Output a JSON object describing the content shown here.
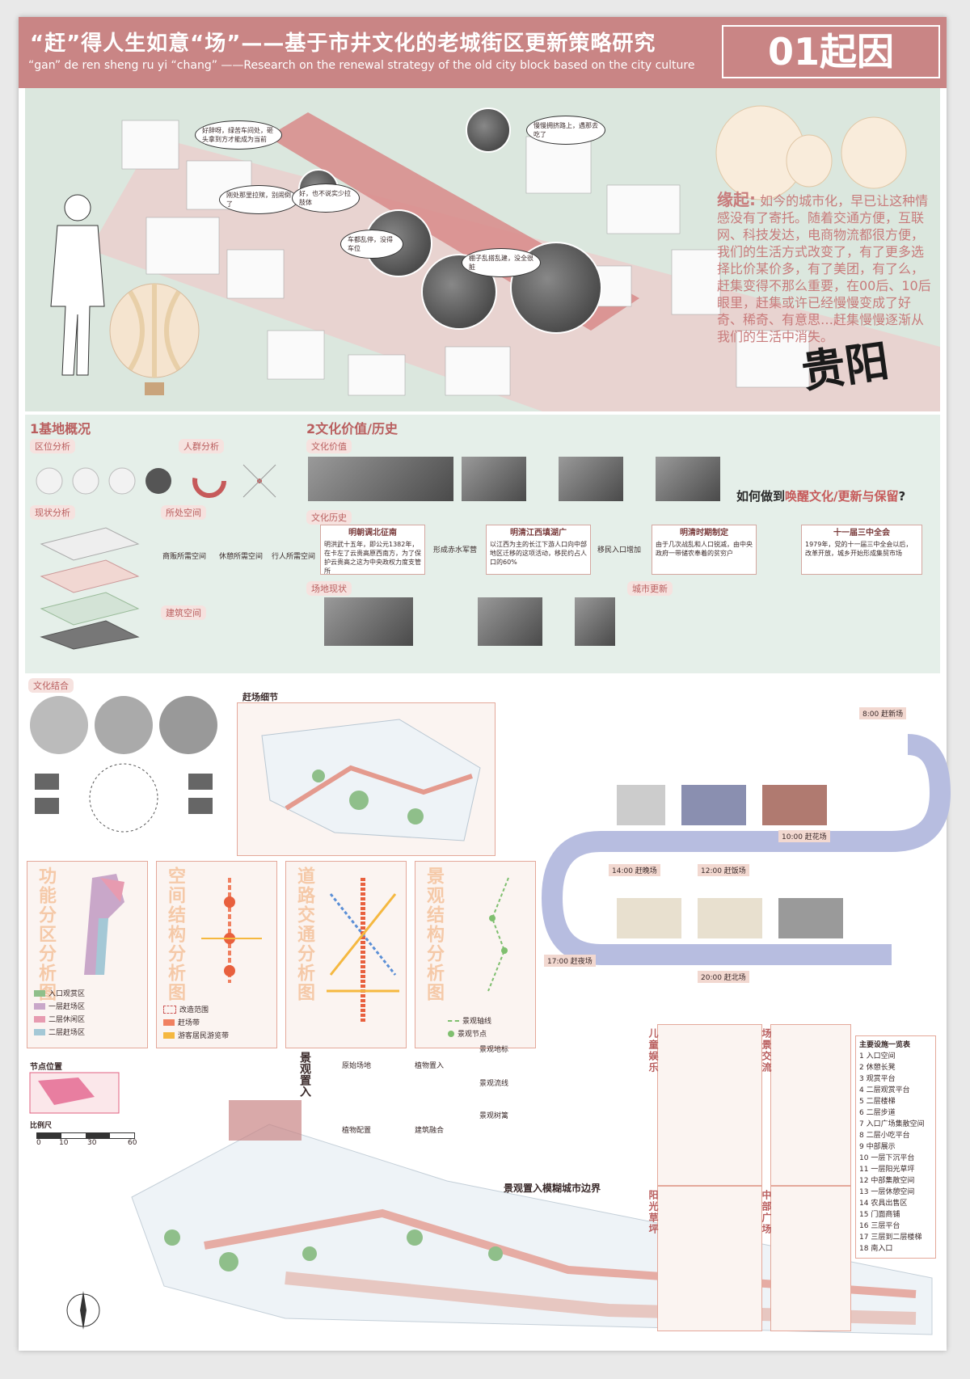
{
  "header": {
    "title_cn": "“赶”得人生如意“场”——基于市井文化的老城街区更新策略研究",
    "title_en": "“gan” de ren sheng ru yi “chang” ——Research on the renewal strategy of the old city block based on the city culture",
    "badge": "01起因"
  },
  "hero": {
    "bubbles": [
      "好辞呀，绿苦车间处，砸头拿到方才能成为当前",
      "刚处那里拉殡，别闹倒了",
      "好，也不说实少拉肢体",
      "车都乱停，没得车位",
      "慢慢拥挤路上，遇那去吃了",
      "棚子乱搭乱建，没全很脏"
    ],
    "intro_label": "缘起:",
    "intro_text": "如今的城市化，早已让这种情感没有了寄托。随着交通方便，互联网、科技发达，电商物流都很方便，我们的生活方式改变了，有了更多选择比价某价多，有了美团，有了么，赶集变得不那么重要，在00后、10后眼里，赶集或许已经慢慢变成了好奇、稀奇、有意思…赶集慢慢逐渐从我们的生活中消失。",
    "city": "贵阳"
  },
  "section1": {
    "title": "1基地概况",
    "tags": [
      "区位分析",
      "人群分析",
      "现状分析",
      "所处空间",
      "建筑空间"
    ],
    "space_labels": [
      "商贩所需空间",
      "休憩所需空间",
      "行人所需空间"
    ]
  },
  "section2": {
    "title": "2文化价值/历史",
    "tags": [
      "文化价值",
      "文化历史",
      "场地现状",
      "城市更新"
    ],
    "history": [
      {
        "head": "明朝调北征南",
        "text": "明洪武十五年，即公元1382年，在卡左了云贵高原西南方，为了保护云贵高之这为中央政权力度支管所"
      },
      {
        "head": "明清江西填湖广",
        "text": "以江西为主的长江下游人口向中部地区迁移的这项活动，移民约占人口的60%"
      },
      {
        "head": "明清时期制定",
        "text": "由于几次战乱和人口锐减，由中央政府一带储农奉着的贫穷户"
      },
      {
        "head": "十一届三中全会",
        "text": "1979年，党的十一届三中全会以后，改革开放，城乡开始形成集贸市场"
      }
    ],
    "history_arrows": [
      "形成赤水军营",
      "移民入口增加"
    ],
    "question": {
      "pre": "如何做到",
      "highlight": "唤醒文化/更新与保留",
      "post": "?"
    }
  },
  "section3": {
    "tag": "文化结合",
    "detail_title": "赶场细节",
    "analysis_titles": [
      "功能分区分析图",
      "空间结构分析图",
      "道路交通分析图",
      "景观结构分析图"
    ],
    "func_legend": [
      "入口观赏区",
      "一层赶场区",
      "二层休闲区",
      "二层赶场区"
    ],
    "space_legend": [
      "改造范围",
      "赶场带",
      "游客居民游览带"
    ],
    "landscape_legend": [
      "景观轴线",
      "景观节点"
    ],
    "node_title": "节点位置",
    "scale_title": "比例尺",
    "scale_ticks": [
      "0",
      "10",
      "30",
      "60"
    ],
    "landscape_intro": {
      "title": "景观置入",
      "items": [
        "原始场地",
        "植物置入",
        "植物配置",
        "建筑融合"
      ],
      "right": [
        "景观地标",
        "景观流线",
        "景观树篱"
      ],
      "caption": "景观置入模糊城市边界"
    },
    "timeline_badges": [
      "8:00 赶新场",
      "10:00 赶花场",
      "12:00 赶饭场",
      "14:00 赶晚场",
      "17:00 赶夜场",
      "20:00 赶北场"
    ],
    "zones": [
      "儿童娱乐",
      "场景交流",
      "阳光草坪",
      "中部广场"
    ],
    "facility_title": "主要设施一览表",
    "facilities": [
      "1 入口空间",
      "2 休憩长凳",
      "3 观赏平台",
      "4 二层观赏平台",
      "5 二层楼梯",
      "6 二层步道",
      "7 入口广场集散空间",
      "8 二层小吃平台",
      "9 中部展示",
      "10 一层下沉平台",
      "11 一层阳光草坪",
      "12 中部集散空间",
      "13 一层休憩空间",
      "14 农具出售区",
      "15 门面商铺",
      "16 三层平台",
      "17 三层到二层楼梯",
      "18 南入口"
    ]
  }
}
